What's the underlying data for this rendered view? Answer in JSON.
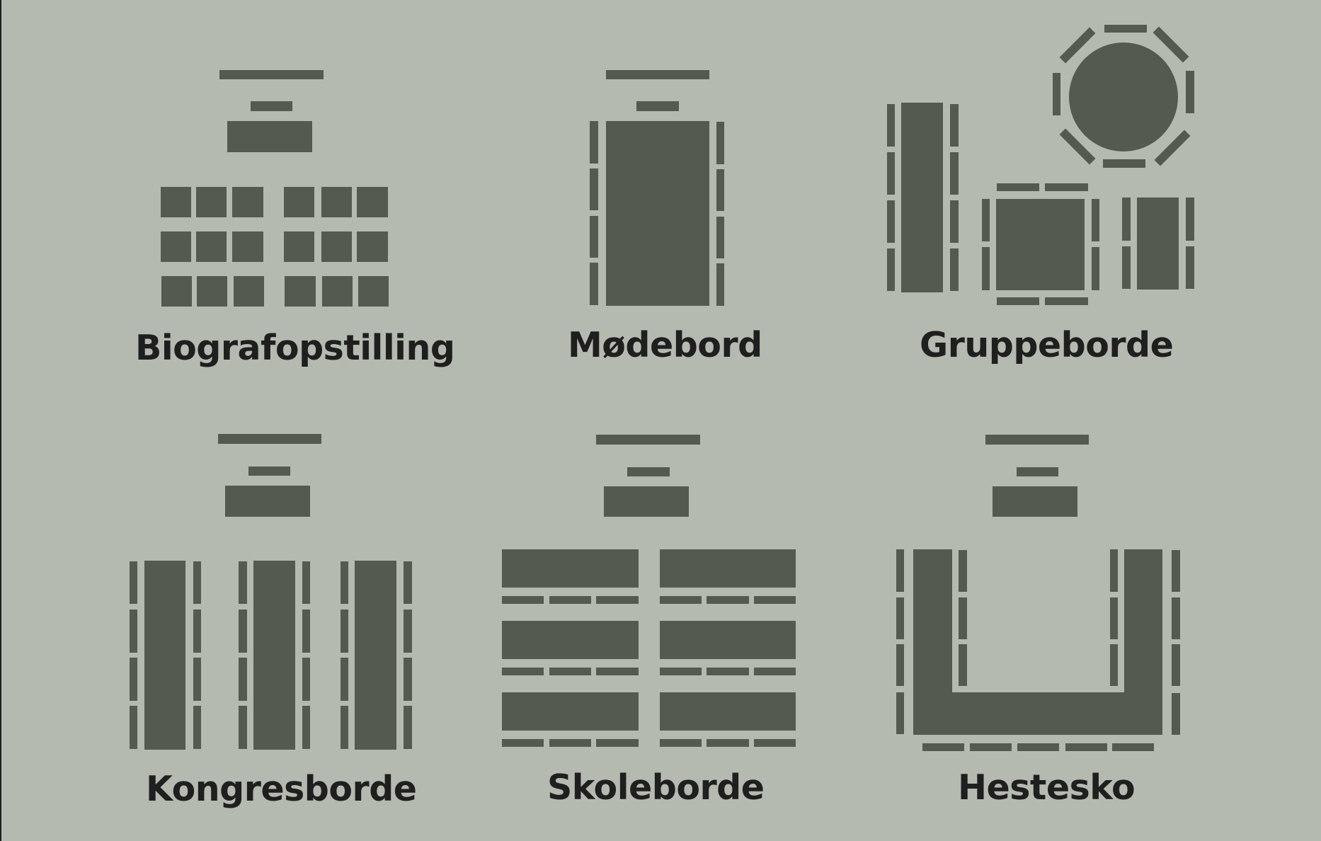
{
  "colors": {
    "background": "#b5bab0",
    "furniture": "#545a4f",
    "label": "#1f1f1f",
    "left_border": "#1e1e1e"
  },
  "layouts": [
    {
      "id": "biograf",
      "label": "Biografopstilling"
    },
    {
      "id": "moedebord",
      "label": "Mødebord"
    },
    {
      "id": "gruppeborde",
      "label": "Gruppeborde"
    },
    {
      "id": "kongresborde",
      "label": "Kongresborde"
    },
    {
      "id": "skoleborde",
      "label": "Skoleborde"
    },
    {
      "id": "hestesko",
      "label": "Hestesko"
    }
  ]
}
